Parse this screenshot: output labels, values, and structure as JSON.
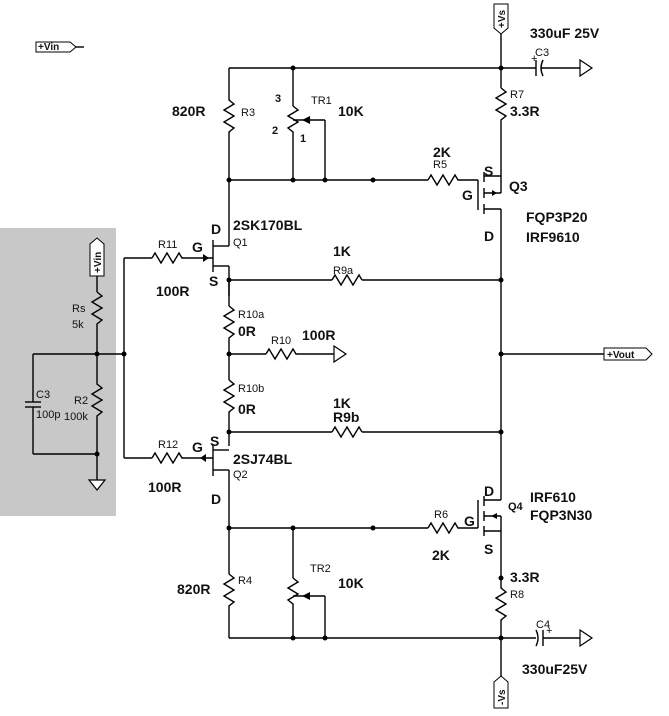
{
  "nets": {
    "vin_label": "+Vin",
    "vs_pos": "+Vs",
    "vs_neg": "-Vs",
    "vout": "+Vout"
  },
  "components": {
    "r3": {
      "name": "R3",
      "value": "820R"
    },
    "tr1": {
      "name": "TR1",
      "value": "10K",
      "pin3": "3",
      "pin2": "2",
      "pin1": "1"
    },
    "r5": {
      "name": "R5",
      "value": "2K"
    },
    "q3": {
      "name": "Q3",
      "part1": "FQP3P20",
      "part2": "IRF9610",
      "s": "S",
      "g": "G",
      "d": "D"
    },
    "r7": {
      "name": "R7",
      "value": "3.3R"
    },
    "c3_top": {
      "name": "C3",
      "value": "330uF 25V",
      "plus": "+"
    },
    "q1": {
      "name": "Q1",
      "part": "2SK170BL",
      "d": "D",
      "g": "G",
      "s": "S"
    },
    "r11": {
      "name": "R11",
      "value": "100R"
    },
    "r9a": {
      "name": "R9a",
      "value": "1K"
    },
    "r10a": {
      "name": "R10a",
      "value": "0R"
    },
    "r10": {
      "name": "R10",
      "value": "100R"
    },
    "r10b": {
      "name": "R10b",
      "value": "0R"
    },
    "r9b": {
      "name": "R9b",
      "value": "1K"
    },
    "r12": {
      "name": "R12",
      "value": "100R"
    },
    "q2": {
      "name": "Q2",
      "part": "2SJ74BL",
      "g": "G",
      "s": "S",
      "d": "D"
    },
    "q4": {
      "name": "Q4",
      "part1": "IRF610",
      "part2": "FQP3N30",
      "d": "D",
      "g": "G",
      "s": "S"
    },
    "r6": {
      "name": "R6",
      "value": "2K"
    },
    "r4": {
      "name": "R4",
      "value": "820R"
    },
    "tr2": {
      "name": "TR2",
      "value": "10K"
    },
    "r8": {
      "name": "R8",
      "value": "3.3R"
    },
    "c4": {
      "name": "C4",
      "value": "330uF25V",
      "plus": "+"
    },
    "source": {
      "vin": "+Vin",
      "rs": {
        "name": "Rs",
        "value": "5k"
      },
      "r2": {
        "name": "R2",
        "value": "100k"
      },
      "c3": {
        "name": "C3",
        "value": "100p"
      }
    }
  }
}
